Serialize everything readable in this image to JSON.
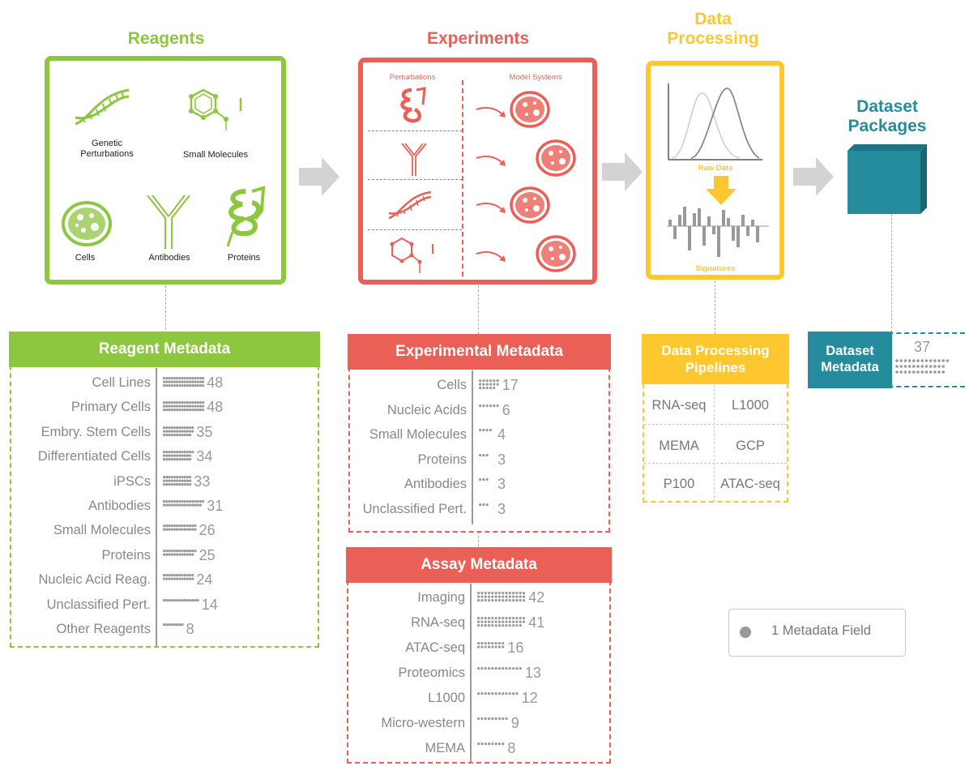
{
  "stages": {
    "reagents": "Reagents",
    "experiments": "Experiments",
    "data_processing": [
      "Data",
      "Processing"
    ],
    "dataset_packages": [
      "Dataset",
      "Packages"
    ]
  },
  "reagents_panel": {
    "items": [
      "Genetic",
      "Perturbations",
      "Small Molecules",
      "Cells",
      "Antibodies",
      "Proteins"
    ]
  },
  "experiments_panel": {
    "left_header": "Perturbations",
    "right_header": "Model Systems"
  },
  "processing_panel": {
    "raw_label": "Raw Data",
    "sig_label": "Signatures"
  },
  "reagent_metadata": {
    "title": "Reagent Metadata",
    "rows": [
      {
        "name": "Cell Lines",
        "count": 48
      },
      {
        "name": "Primary Cells",
        "count": 48
      },
      {
        "name": "Embry. Stem Cells",
        "count": 35
      },
      {
        "name": "Differentiated Cells",
        "count": 34
      },
      {
        "name": "iPSCs",
        "count": 33
      },
      {
        "name": "Antibodies",
        "count": 31
      },
      {
        "name": "Small Molecules",
        "count": 26
      },
      {
        "name": "Proteins",
        "count": 25
      },
      {
        "name": "Nucleic Acid Reag.",
        "count": 24
      },
      {
        "name": "Unclassified Pert.",
        "count": 14
      },
      {
        "name": "Other Reagents",
        "count": 8
      }
    ]
  },
  "experimental_metadata": {
    "title": "Experimental Metadata",
    "rows": [
      {
        "name": "Cells",
        "count": 17
      },
      {
        "name": "Nucleic Acids",
        "count": 6
      },
      {
        "name": "Small Molecules",
        "count": 4
      },
      {
        "name": "Proteins",
        "count": 3
      },
      {
        "name": "Antibodies",
        "count": 3
      },
      {
        "name": "Unclassified Pert.",
        "count": 3
      }
    ]
  },
  "assay_metadata": {
    "title": "Assay Metadata",
    "rows": [
      {
        "name": "Imaging",
        "count": 42
      },
      {
        "name": "RNA-seq",
        "count": 41
      },
      {
        "name": "ATAC-seq",
        "count": 16
      },
      {
        "name": "Proteomics",
        "count": 13
      },
      {
        "name": "L1000",
        "count": 12
      },
      {
        "name": "Micro-western",
        "count": 9
      },
      {
        "name": "MEMA",
        "count": 8
      }
    ]
  },
  "pipelines": {
    "title": [
      "Data Processing",
      "Pipelines"
    ],
    "cells": [
      "RNA-seq",
      "L1000",
      "MEMA",
      "GCP",
      "P100",
      "ATAC-seq"
    ]
  },
  "dataset_metadata": {
    "title": [
      "Dataset",
      "Metadata"
    ],
    "count": 37
  },
  "legend": {
    "label": "1 Metadata Field"
  },
  "colors": {
    "green": "#8dc63f",
    "red": "#ea6056",
    "yellow": "#fdc82f",
    "teal": "#258c9e",
    "arrow_gray": "#d3d3d3",
    "dot_gray": "#999999"
  }
}
